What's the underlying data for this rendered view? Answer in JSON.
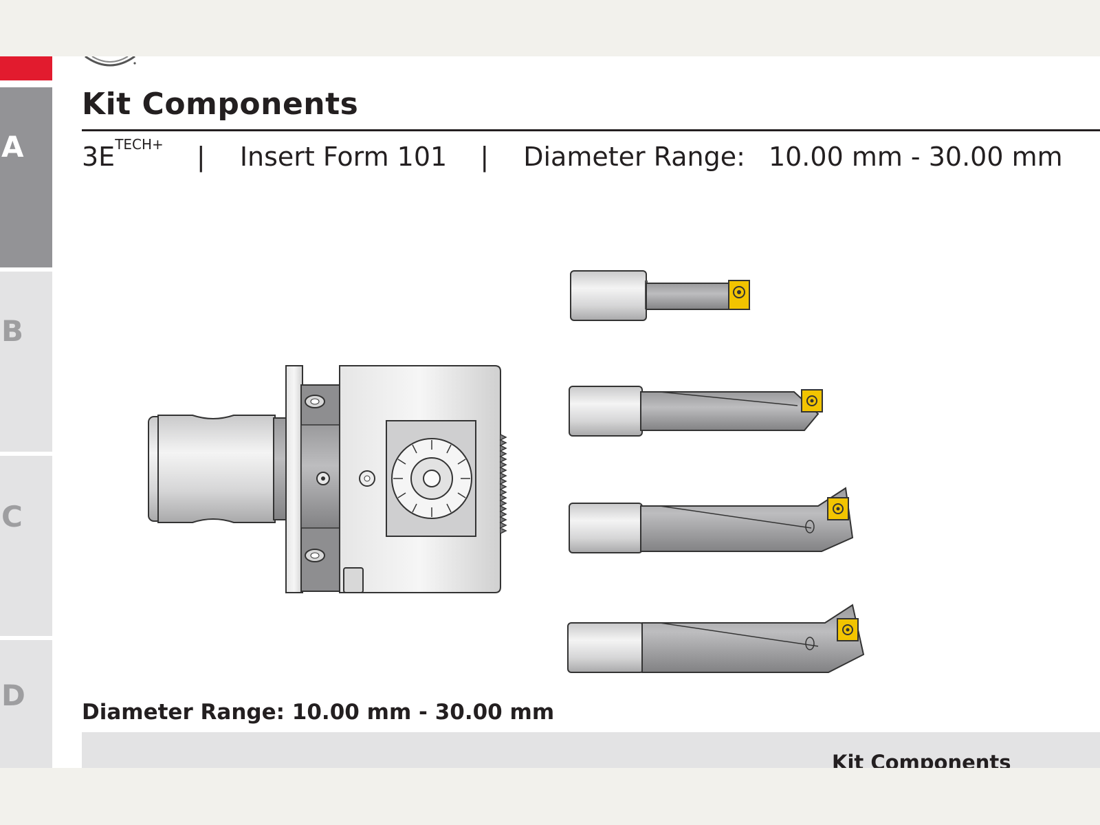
{
  "page": {
    "heading": "Kit Components",
    "series_name": "3E",
    "series_superscript": "TECH+",
    "separator": "|",
    "insert_form": "Insert Form 101",
    "diameter_label": "Diameter Range:",
    "diameter_value": "10.00 mm - 30.00 mm",
    "range_caption": "Diameter Range: 10.00 mm - 30.00 mm",
    "table_header": "Kit Components"
  },
  "side_tabs": [
    {
      "letter": "A",
      "active": true
    },
    {
      "letter": "B",
      "active": false
    },
    {
      "letter": "C",
      "active": false
    },
    {
      "letter": "D",
      "active": false
    }
  ],
  "colors": {
    "brand_red": "#e21b2e",
    "active_tab": "#939396",
    "inactive_tab": "#e3e3e4",
    "insert_yellow": "#f2c400",
    "text": "#231f20"
  }
}
